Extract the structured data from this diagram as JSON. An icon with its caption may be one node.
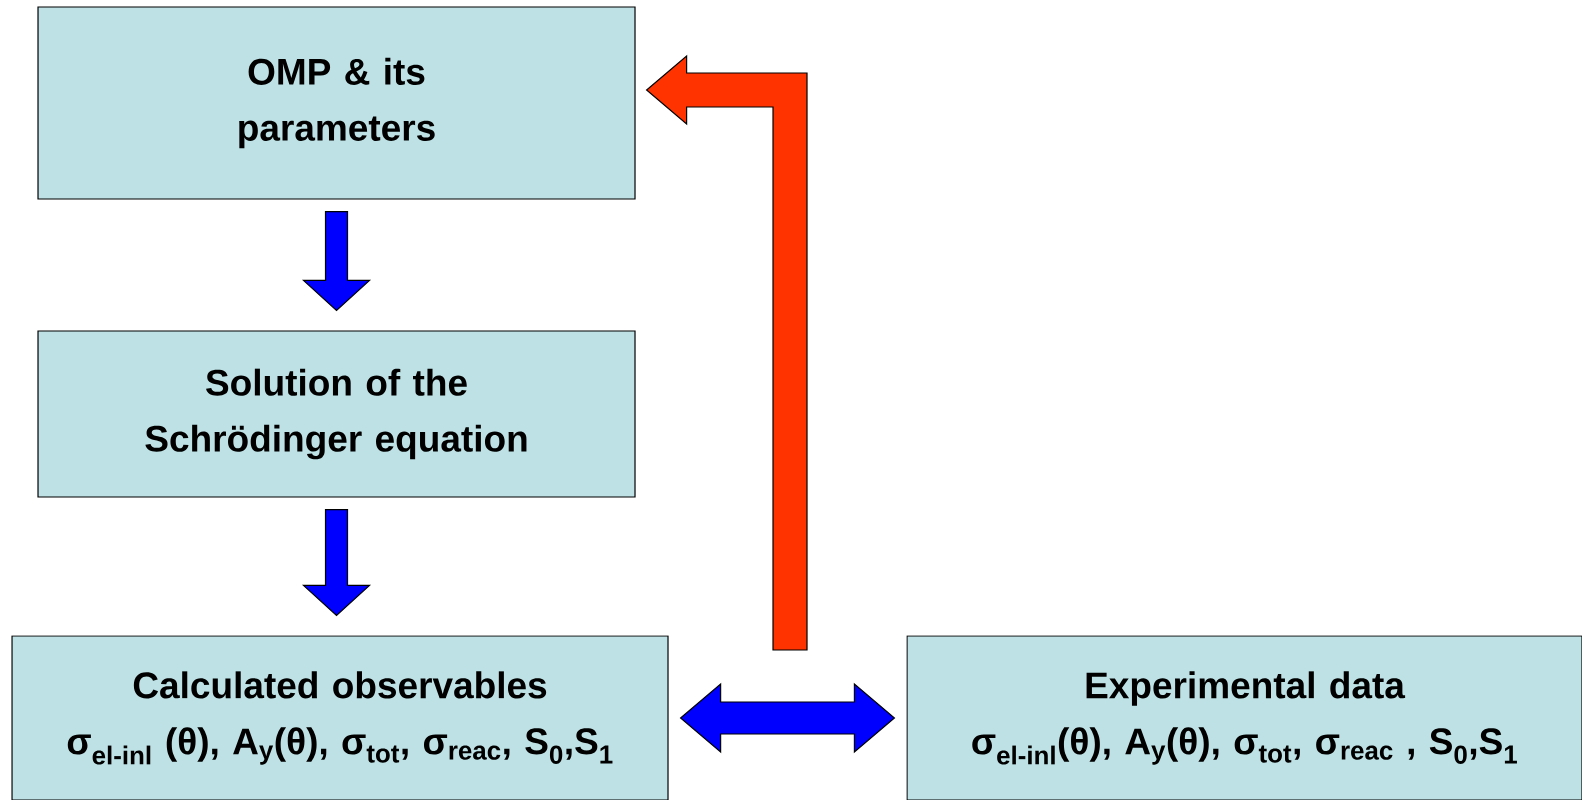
{
  "diagram": {
    "nodes": [
      {
        "text": [
          "OMP & its parameters"
        ]
      },
      {
        "text": [
          "Solution of the Schrödinger equation"
        ]
      },
      {
        "text": [
          "Calculated observables",
          "σ$_{el-inl}$ (θ), A$_{y}$(θ), σ$_{tot}$, σ$_{reac}$, S$_{0}$,S$_{1}$"
        ]
      },
      {
        "text": [
          "Experimental data",
          "σ$_{el-inl}$(θ), A$_{y}$(θ), σ$_{tot}$, σ$_{reac}$ , S$_{0}$,S$_{1}$"
        ]
      }
    ],
    "edges": [
      {
        "from": 0,
        "to": 1,
        "arrow": "to"
      },
      {
        "from": 1,
        "to": 2,
        "arrow": "to"
      },
      {
        "from": 2,
        "to": 3,
        "arrow": "both"
      },
      {
        "from": null,
        "to": 0,
        "arrow": "to",
        "color": "#ff3300"
      }
    ]
  }
}
